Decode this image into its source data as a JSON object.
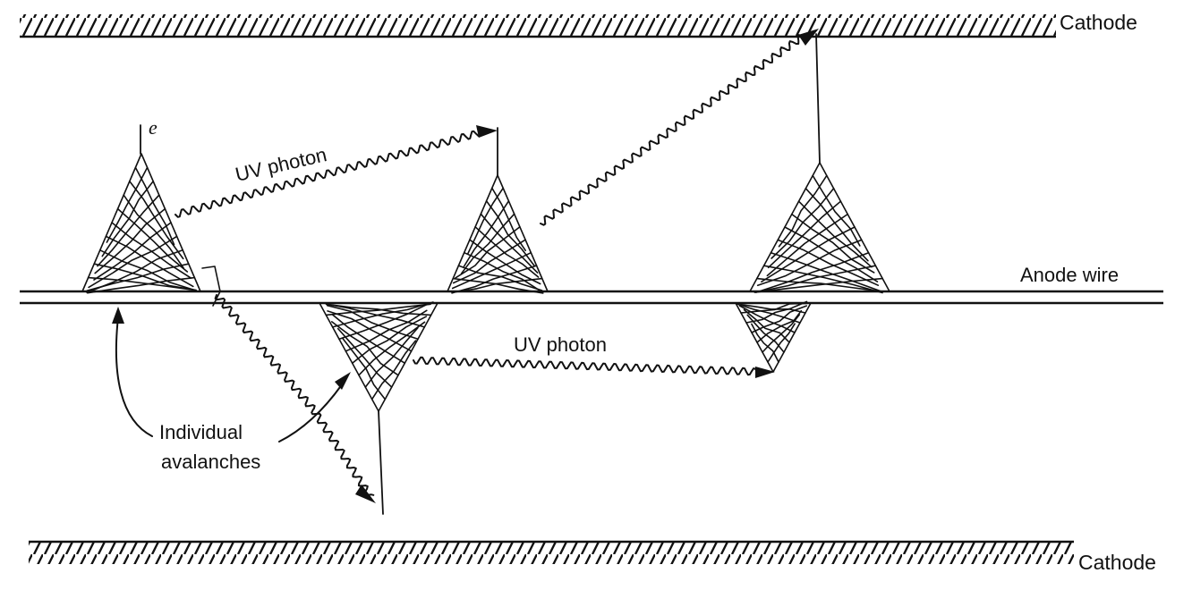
{
  "labels": {
    "cathode_top": "Cathode",
    "cathode_bottom": "Cathode",
    "anode": "Anode wire",
    "uv_photon_upper": "UV photon",
    "uv_photon_lower": "UV photon",
    "electron": "e",
    "avalanches_line1": "Individual",
    "avalanches_line2": "avalanches"
  },
  "colors": {
    "ink": "#111111",
    "background": "#ffffff"
  }
}
